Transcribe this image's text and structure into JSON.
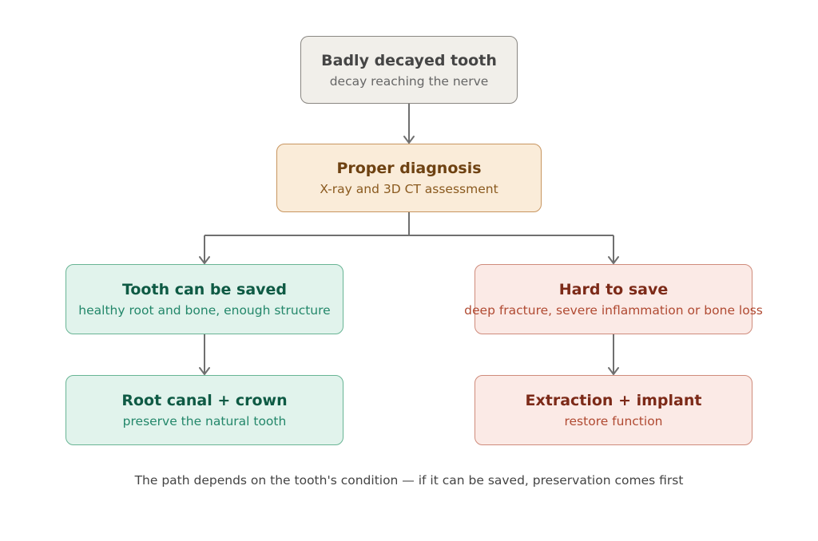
{
  "diagram": {
    "nodes": {
      "start": {
        "title": "Badly decayed tooth",
        "subtitle": "decay reaching the nerve",
        "bg": "#f1efea",
        "border": "#8a8782",
        "title_color": "#454545",
        "sub_color": "#666666"
      },
      "diagnosis": {
        "title": "Proper diagnosis",
        "subtitle": "X-ray and 3D CT assessment",
        "bg": "#faecd9",
        "border": "#c8955f",
        "title_color": "#6e4212",
        "sub_color": "#8a5a1f"
      },
      "saved": {
        "title": "Tooth can be saved",
        "subtitle": "healthy root and bone, enough structure",
        "bg": "#e1f3ec",
        "border": "#68b494",
        "title_color": "#0e5a44",
        "sub_color": "#23876a"
      },
      "hard": {
        "title": "Hard to save",
        "subtitle": "deep fracture, severe inflammation or bone loss",
        "bg": "#fbeae6",
        "border": "#cf8b7b",
        "title_color": "#7c2a18",
        "sub_color": "#b04a32"
      },
      "canal": {
        "title": "Root canal + crown",
        "subtitle": "preserve the natural tooth",
        "bg": "#e1f3ec",
        "border": "#68b494",
        "title_color": "#0e5a44",
        "sub_color": "#23876a"
      },
      "implant": {
        "title": "Extraction + implant",
        "subtitle": "restore function",
        "bg": "#fbeae6",
        "border": "#cf8b7b",
        "title_color": "#7c2a18",
        "sub_color": "#b04a32"
      }
    },
    "edges": [
      {
        "from": "start",
        "to": "diagnosis"
      },
      {
        "from": "diagnosis",
        "to": "saved"
      },
      {
        "from": "diagnosis",
        "to": "hard"
      },
      {
        "from": "saved",
        "to": "canal"
      },
      {
        "from": "hard",
        "to": "implant"
      }
    ],
    "connector_color": "#6f6f6f",
    "caption": "The path depends on the tooth's condition — if it can be saved, preservation comes first"
  }
}
